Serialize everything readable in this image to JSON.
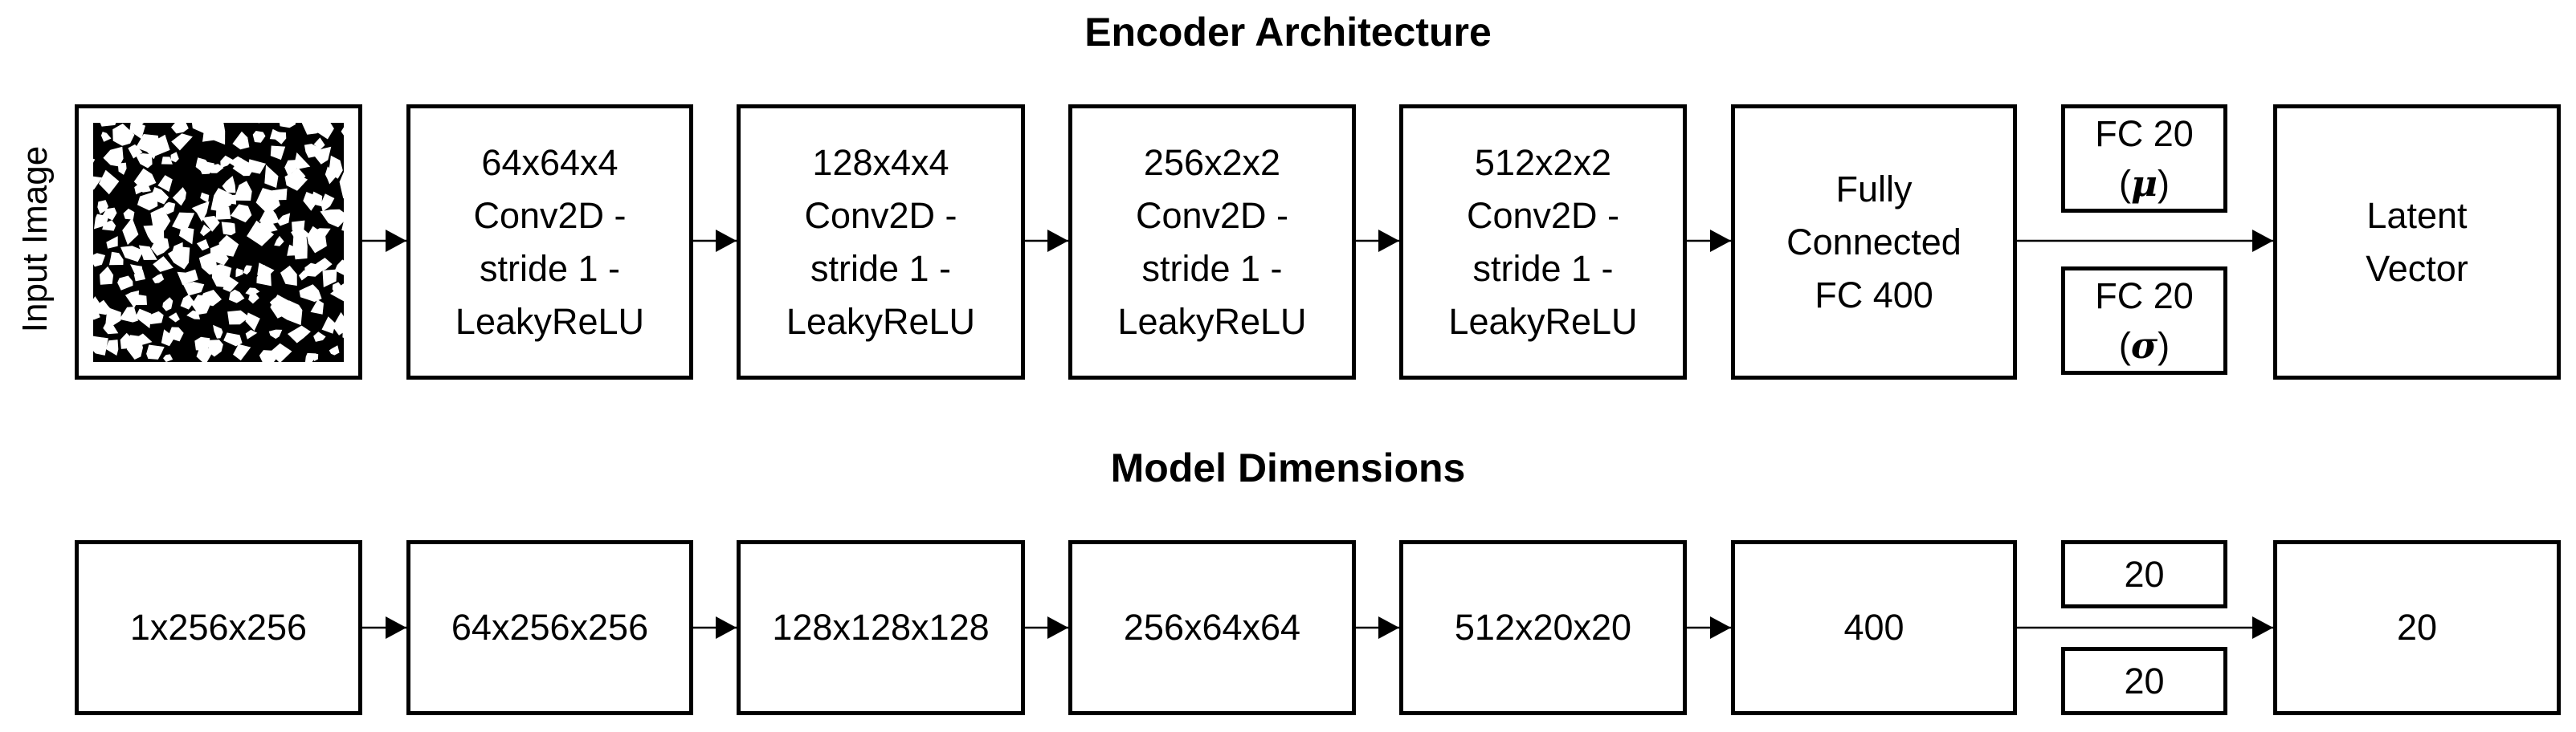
{
  "encoder": {
    "title": "Encoder Architecture",
    "input_label": "Input Image",
    "blocks": [
      {
        "text": "64x64x4\nConv2D -\nstride 1 -\nLeakyReLU"
      },
      {
        "text": "128x4x4\nConv2D -\nstride 1 -\nLeakyReLU"
      },
      {
        "text": "256x2x2\nConv2D -\nstride 1 -\nLeakyReLU"
      },
      {
        "text": "512x2x2\nConv2D -\nstride 1 -\nLeakyReLU"
      },
      {
        "text": "Fully\nConnected\nFC 400"
      }
    ],
    "fc_mu": {
      "label": "FC 20",
      "symbol": "μ"
    },
    "fc_sigma": {
      "label": "FC 20",
      "symbol": "σ"
    },
    "output": "Latent\nVector"
  },
  "dimensions": {
    "title": "Model Dimensions",
    "blocks": [
      "1x256x256",
      "64x256x256",
      "128x128x128",
      "256x64x64",
      "512x20x20",
      "400"
    ],
    "mu": "20",
    "sigma": "20",
    "output": "20"
  },
  "colors": {
    "line": "#000000",
    "background": "#ffffff"
  }
}
